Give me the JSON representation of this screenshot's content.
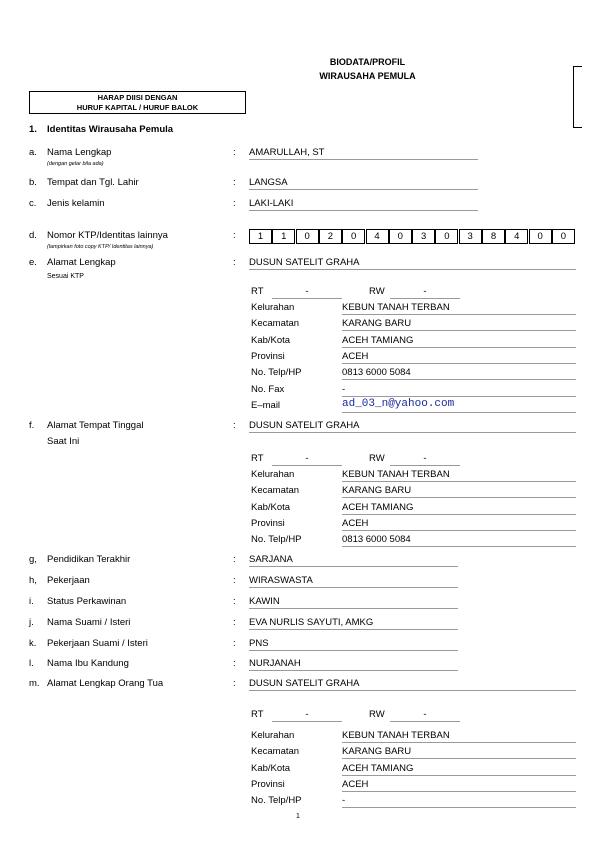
{
  "header": {
    "title_line1": "BIODATA/PROFIL",
    "title_line2": "WIRAUSAHA PEMULA",
    "notice_line1": "HARAP DIISI DENGAN",
    "notice_line2": "HURUF KAPITAL / HURUF BALOK"
  },
  "section": {
    "number": "1.",
    "title": "Identitas Wirausaha Pemula"
  },
  "colon": ":",
  "rt_label": "RT",
  "rw_label": "RW",
  "dash": "-",
  "fields": {
    "a": {
      "letter": "a.",
      "label": "Nama Lengkap",
      "note": "(dengan gelar bila ada)",
      "value": "AMARULLAH, ST"
    },
    "b": {
      "letter": "b.",
      "label": "Tempat dan Tgl. Lahir",
      "value": "LANGSA"
    },
    "c": {
      "letter": "c.",
      "label": "Jenis kelamin",
      "value": "LAKI-LAKI"
    },
    "d": {
      "letter": "d.",
      "label": "Nomor KTP/Identitas lainnya",
      "note": "(lampirkan foto copy KTP/ Identitas lainnya)",
      "digits": [
        "1",
        "1",
        "0",
        "2",
        "0",
        "4",
        "0",
        "3",
        "0",
        "3",
        "8",
        "4",
        "0",
        "0"
      ]
    },
    "e": {
      "letter": "e.",
      "label": "Alamat Lengkap",
      "sublabel": "Sesuai KTP",
      "value": "DUSUN SATELIT GRAHA",
      "rows": [
        {
          "label": "Kelurahan",
          "value": "KEBUN TANAH TERBAN"
        },
        {
          "label": "Kecamatan",
          "value": "KARANG BARU"
        },
        {
          "label": "Kab/Kota",
          "value": "ACEH TAMIANG"
        },
        {
          "label": "Provinsi",
          "value": "ACEH"
        },
        {
          "label": "No. Telp/HP",
          "value": "0813 6000 5084"
        },
        {
          "label": "No. Fax",
          "value": "-"
        },
        {
          "label": "E–mail",
          "value": "ad_03_n@yahoo.com"
        }
      ]
    },
    "f": {
      "letter": "f.",
      "label": "Alamat Tempat Tinggal",
      "sublabel": "Saat Ini",
      "value": "DUSUN SATELIT GRAHA",
      "rows": [
        {
          "label": "Kelurahan",
          "value": "KEBUN TANAH TERBAN"
        },
        {
          "label": "Kecamatan",
          "value": "KARANG BARU"
        },
        {
          "label": "Kab/Kota",
          "value": "ACEH TAMIANG"
        },
        {
          "label": "Provinsi",
          "value": "ACEH"
        },
        {
          "label": "No. Telp/HP",
          "value": "0813 6000 5084"
        }
      ]
    },
    "g": {
      "letter": "g,",
      "label": "Pendidikan Terakhir",
      "value": "SARJANA"
    },
    "h": {
      "letter": "h,",
      "label": "Pekerjaan",
      "value": "WIRASWASTA"
    },
    "i": {
      "letter": "i.",
      "label": "Status Perkawinan",
      "value": "KAWIN"
    },
    "j": {
      "letter": "j.",
      "label": "Nama Suami / Isteri",
      "value": "EVA NURLIS SAYUTI, AMKG"
    },
    "k": {
      "letter": "k.",
      "label": "Pekerjaan Suami / Isteri",
      "value": "PNS"
    },
    "l": {
      "letter": "l.",
      "label": "Nama Ibu Kandung",
      "value": "NURJANAH"
    },
    "m": {
      "letter": "m.",
      "label": "Alamat Lengkap Orang Tua",
      "value": "DUSUN SATELIT GRAHA",
      "rows": [
        {
          "label": "Kelurahan",
          "value": "KEBUN TANAH TERBAN"
        },
        {
          "label": "Kecamatan",
          "value": "KARANG BARU"
        },
        {
          "label": "Kab/Kota",
          "value": "ACEH TAMIANG"
        },
        {
          "label": "Provinsi",
          "value": "ACEH"
        },
        {
          "label": "No. Telp/HP",
          "value": "-"
        }
      ]
    }
  },
  "page_number": "1"
}
